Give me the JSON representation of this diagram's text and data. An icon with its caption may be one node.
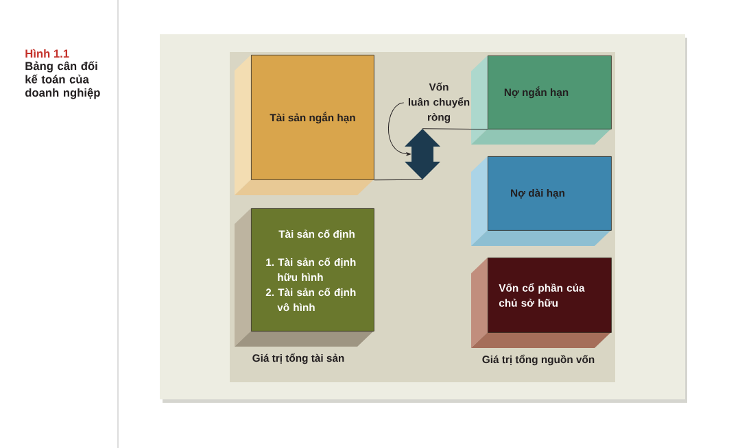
{
  "diagram": {
    "caption": "Bảng cân đối kế toán của doanh nghiệp",
    "nodes": [
      {
        "text": [
          "Tài sản ngắn hạn"
        ]
      },
      {
        "text": [
          "Vốn luân chuyển ròng"
        ]
      },
      {
        "text": [
          "Nợ ngắn hạn"
        ]
      },
      {
        "text": [],
        "shape": "arrow"
      },
      {
        "text": [
          "Nợ dài hạn"
        ]
      },
      {
        "text": [
          "Tài sản cố định",
          "1. Tài sản cố định hữu hình",
          "2. Tài sản cố định vô hình"
        ]
      },
      {
        "text": [
          "Vốn cổ phần của chủ sở hữu"
        ]
      }
    ],
    "edges": [
      {
        "from": 1,
        "to": 3,
        "arrow": "to"
      },
      {
        "from": 0,
        "to": 3,
        "arrow": "none"
      },
      {
        "from": 3,
        "to": 2,
        "arrow": "none"
      }
    ],
    "labels": [
      "Hình 1.1",
      "Giá trị tổng tài sản",
      "Giá trị tổng nguồn vốn"
    ]
  }
}
